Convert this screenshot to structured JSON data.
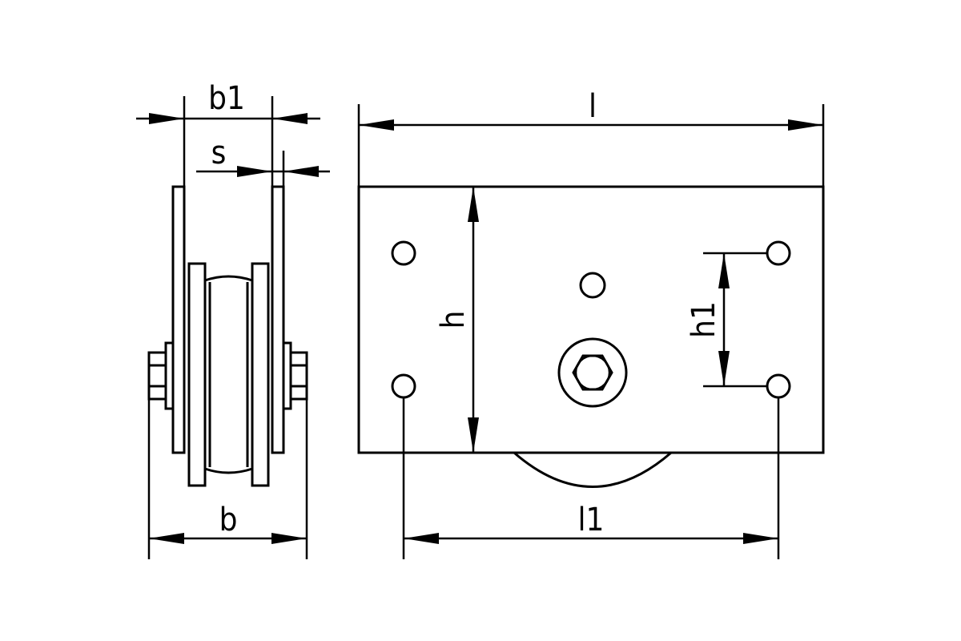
{
  "drawing": {
    "labels": {
      "b1": "b1",
      "s": "s",
      "b": "b",
      "l": "l",
      "h": "h",
      "h1": "h1",
      "l1": "l1"
    }
  }
}
